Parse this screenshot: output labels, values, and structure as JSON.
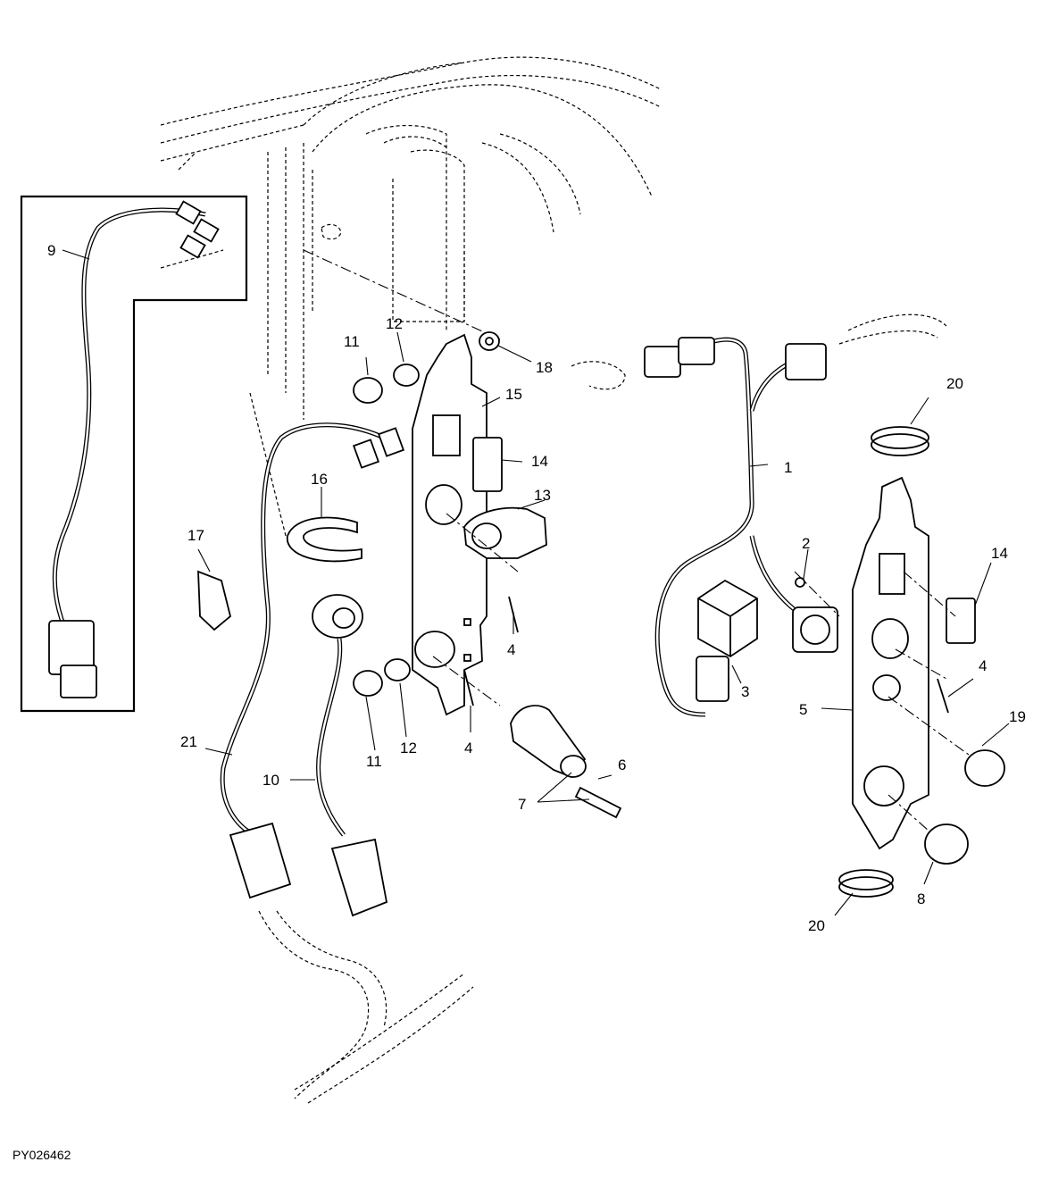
{
  "figure_id": "PY026462",
  "callouts": [
    "1",
    "2",
    "3",
    "4",
    "4",
    "4",
    "5",
    "6",
    "7",
    "8",
    "9",
    "10",
    "11",
    "11",
    "12",
    "12",
    "13",
    "14",
    "14",
    "15",
    "16",
    "17",
    "18",
    "19",
    "20",
    "20",
    "21"
  ]
}
